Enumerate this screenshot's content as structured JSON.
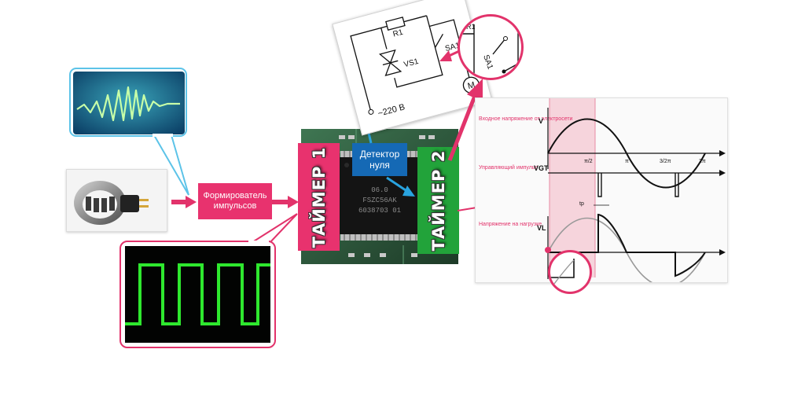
{
  "pulse_shaper": {
    "label": "Формирователь импульсов"
  },
  "zero_detector": {
    "label": "Детектор нуля"
  },
  "timer1": {
    "label": "ТАЙМЕР 1"
  },
  "timer2": {
    "label": "ТАЙМЕР 2"
  },
  "chip": {
    "line1": "06.0",
    "line2": "FSZC56AK",
    "line3": "6038703 01"
  },
  "schematic": {
    "r1": "R1",
    "sa1": "SA1",
    "vs1": "VS1",
    "motor": "M",
    "voltage": "~220 В",
    "zoom_r1": "R1",
    "zoom_sa1": "SA1"
  },
  "waveform_chart": {
    "label_input": "Входное напряжение от электросети",
    "label_control": "Управляющий импульс",
    "label_load": "Напряжение на нагрузке",
    "axis_v": "V",
    "axis_vgt": "VGT",
    "axis_vl": "VL",
    "tick_pi2": "π/2",
    "tick_pi": "π",
    "tick_3pi2": "3/2π",
    "tick_2pi": "2π",
    "tp_label": "tp"
  },
  "colors": {
    "accent_pink": "#e2336b",
    "timer1_bg": "#e8326e",
    "timer2_bg": "#22a33a",
    "zero_detector_bg": "#1569b5",
    "scope_green": "#2ee82e",
    "scope_bg": "#0f6d8a"
  }
}
